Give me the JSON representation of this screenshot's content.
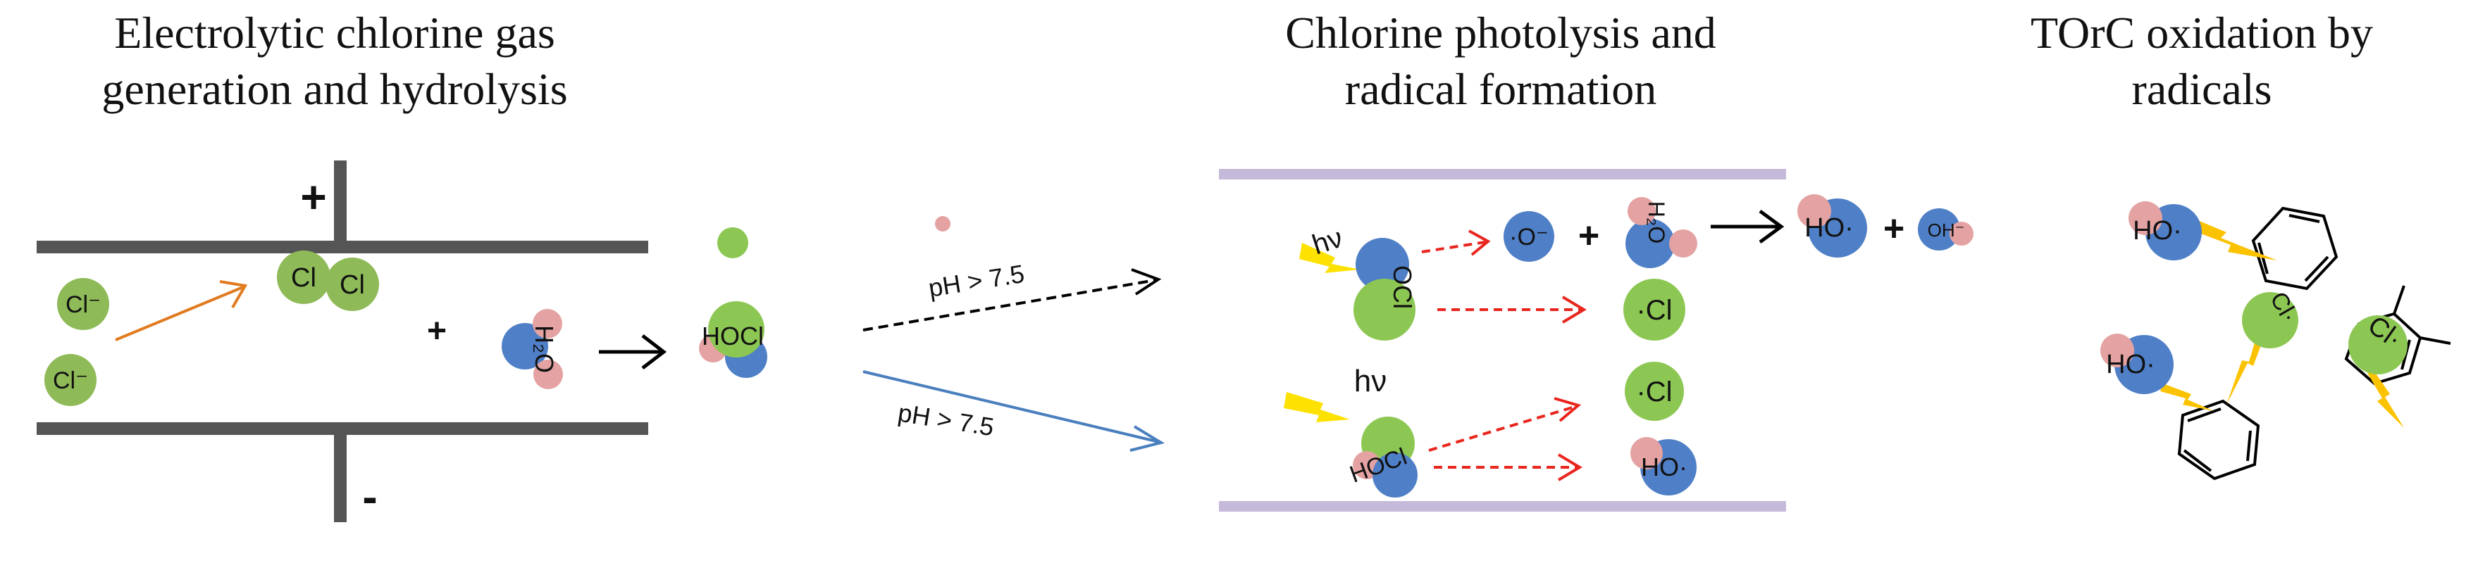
{
  "titles": {
    "panel1": [
      "Electrolytic chlorine gas",
      "generation  and hydrolysis"
    ],
    "panel2": [
      "Chlorine photolysis and",
      "radical formation"
    ],
    "panel3": [
      "TOrC oxidation by",
      "radicals"
    ]
  },
  "electrode": {
    "plus": "+",
    "minus": "-"
  },
  "species": {
    "cl_ion": "Cl⁻",
    "cl": "Cl",
    "h2o": "H₂O",
    "hocl": "HOCl",
    "ocl": "OCl",
    "o_radical": "·O⁻",
    "h2o_upper": "H₂O",
    "oh_ion": "OH⁻",
    "ho_radical": "HO·",
    "cl_radical": "·Cl",
    "cl_radical_ring": "Cl·"
  },
  "operators": {
    "plus": "+"
  },
  "light": "hν",
  "conditions": {
    "upper": "pH > 7.5",
    "lower": "pH > 7.5"
  },
  "colors": {
    "chlorine_green": "#8dc753",
    "chlorine_dark_green": "#8fba58",
    "oxygen_blue": "#4f7fc6",
    "hydrogen_pink": "#e4a2a2",
    "electrode_gray": "#555555",
    "arrow_orange": "#e07b1f",
    "arrow_blue": "#4a7fbe",
    "arrow_red": "#e8261e",
    "membrane_lavender": "#c5bad9",
    "light_yellow": "#fde100"
  }
}
